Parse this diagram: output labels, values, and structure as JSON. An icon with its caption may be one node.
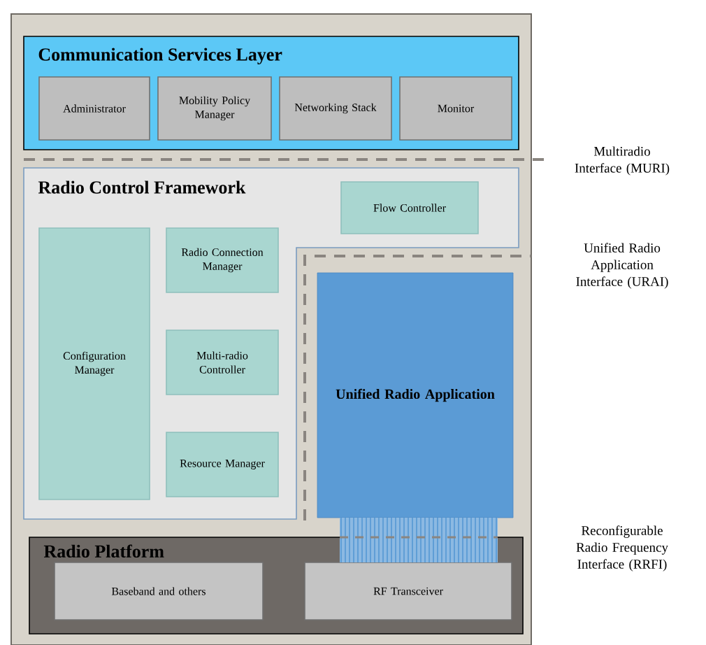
{
  "diagram": {
    "nodes": [
      {
        "text": [],
        "shape": "box"
      },
      {
        "text": [
          "Communication Services Layer"
        ],
        "in": 0
      },
      {
        "text": [
          "Administrator"
        ],
        "in": 1
      },
      {
        "text": [
          "Mobility Policy Manager"
        ],
        "in": 1
      },
      {
        "text": [
          "Networking Stack"
        ],
        "in": 1
      },
      {
        "text": [
          "Monitor"
        ],
        "in": 1
      },
      {
        "text": [
          "Radio Control Framework"
        ],
        "in": 0
      },
      {
        "text": [
          "Flow Controller"
        ],
        "in": 6
      },
      {
        "text": [
          "Configuration Manager"
        ],
        "in": 6
      },
      {
        "text": [
          "Radio Connection Manager"
        ],
        "in": 6
      },
      {
        "text": [
          "Multi-radio Controller"
        ],
        "in": 6
      },
      {
        "text": [
          "Resource Manager"
        ],
        "in": 6
      },
      {
        "text": [
          "Unified Radio Application"
        ],
        "in": 0
      },
      {
        "text": [
          "Radio Platform"
        ],
        "in": 0
      },
      {
        "text": [
          "Baseband and others"
        ],
        "in": 13
      },
      {
        "text": [
          "RF Transceiver"
        ],
        "in": 13
      }
    ],
    "labels": [
      "Multiradio Interface (MURI)",
      "Unified Radio Application Interface (URAI)",
      "Reconfigurable Radio Frequency Interface (RRFI)"
    ]
  }
}
